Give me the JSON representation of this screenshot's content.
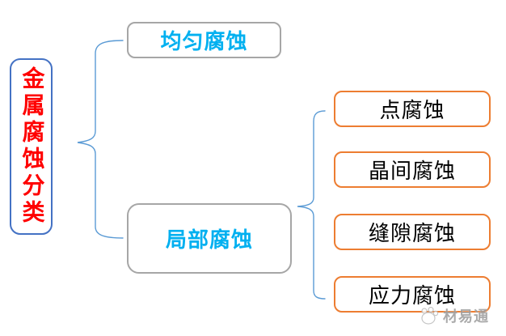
{
  "diagram": {
    "root": {
      "label": "金属腐蚀分类"
    },
    "branches": [
      {
        "label": "均匀腐蚀"
      },
      {
        "label": "局部腐蚀"
      }
    ],
    "local_types": [
      {
        "label": "点腐蚀"
      },
      {
        "label": "晶间腐蚀"
      },
      {
        "label": "缝隙腐蚀"
      },
      {
        "label": "应力腐蚀"
      }
    ],
    "watermark": {
      "label": "材易通",
      "icon": "panda-paw-icon"
    },
    "colors": {
      "root_border": "#4472C4",
      "root_text": "#FF0000",
      "branch_border": "#A6A6A6",
      "branch_text": "#00B0F0",
      "leaf_border": "#ED7D31",
      "leaf_text": "#000000",
      "brace": "#5B9BD5",
      "watermark_text": "#9C9C9C",
      "background": "#FFFFFF"
    }
  }
}
